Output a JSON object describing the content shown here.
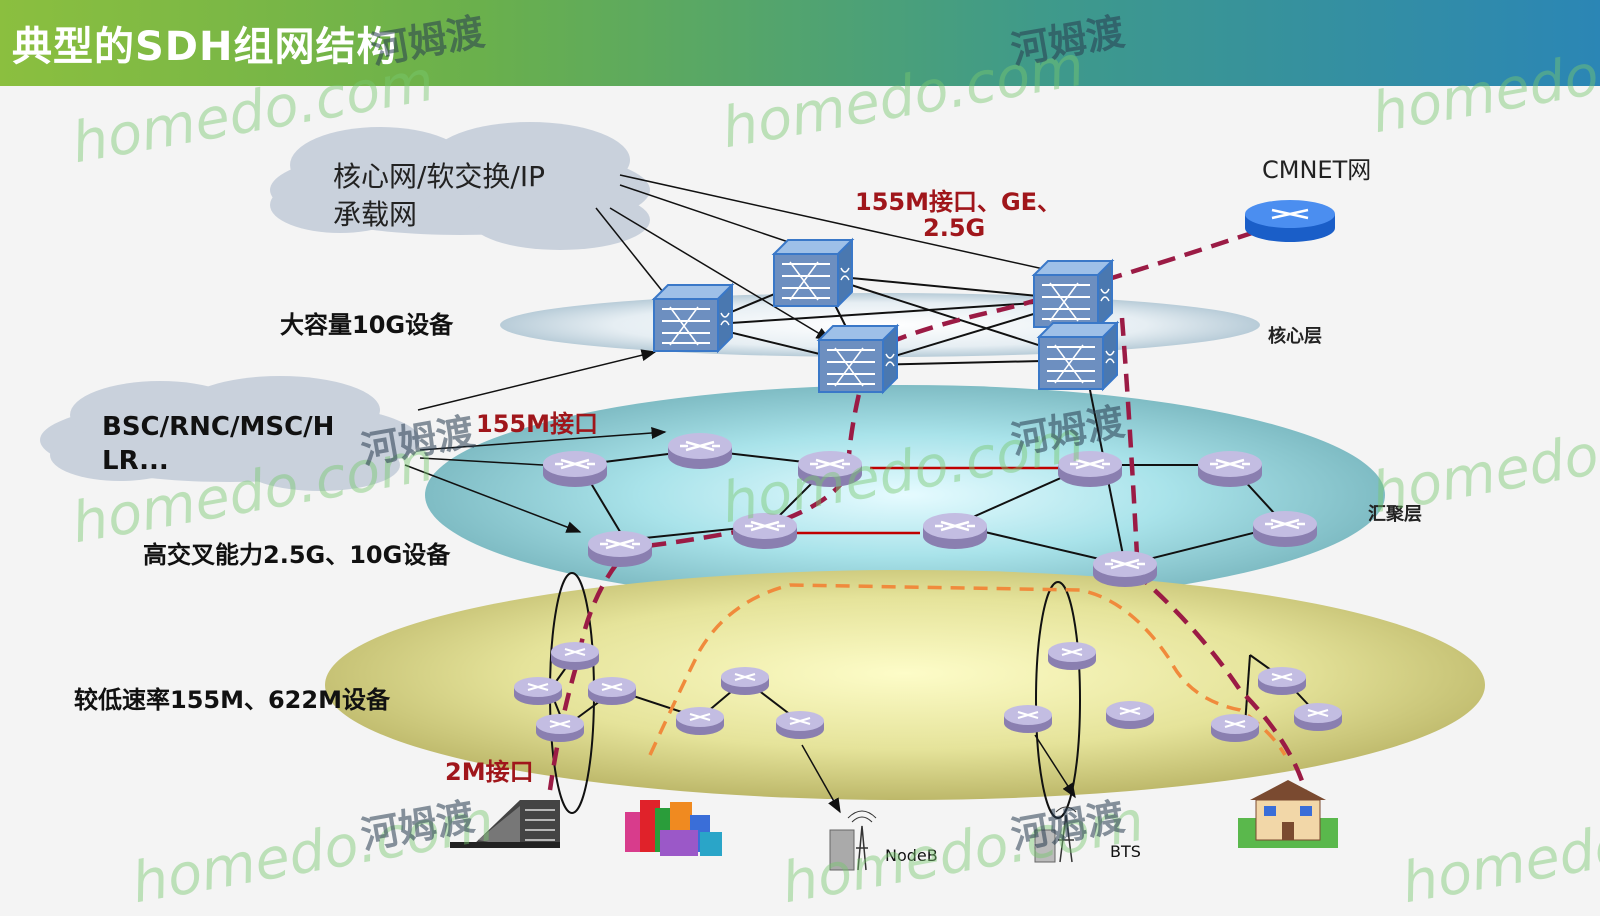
{
  "title": "典型的SDH组网结构",
  "cloud_core": {
    "line1": "核心网/软交换/IP",
    "line2": "承载网"
  },
  "cloud_bsc": {
    "line1": "BSC/RNC/MSC/H",
    "line2": "LR..."
  },
  "cmnet": "CMNET网",
  "iface_top_line1": "155M接口、GE、",
  "iface_top_line2": "2.5G",
  "iface_155": "155M接口",
  "iface_2m": "2M接口",
  "layer_labels": {
    "big10g": "大容量10G设备",
    "core": "核心层",
    "high": "高交叉能力2.5G、10G设备",
    "aggregation": "汇聚层",
    "low": "较低速率155M、622M设备"
  },
  "endpoints": {
    "nodeb": "NodeB",
    "bts": "BTS"
  },
  "watermarks": {
    "latin": "homedo.com",
    "cn": "河姆渡"
  },
  "colors": {
    "dash_red": "#9b1b45",
    "dash_orange": "#f08a3c",
    "accent_red": "#c00000"
  }
}
